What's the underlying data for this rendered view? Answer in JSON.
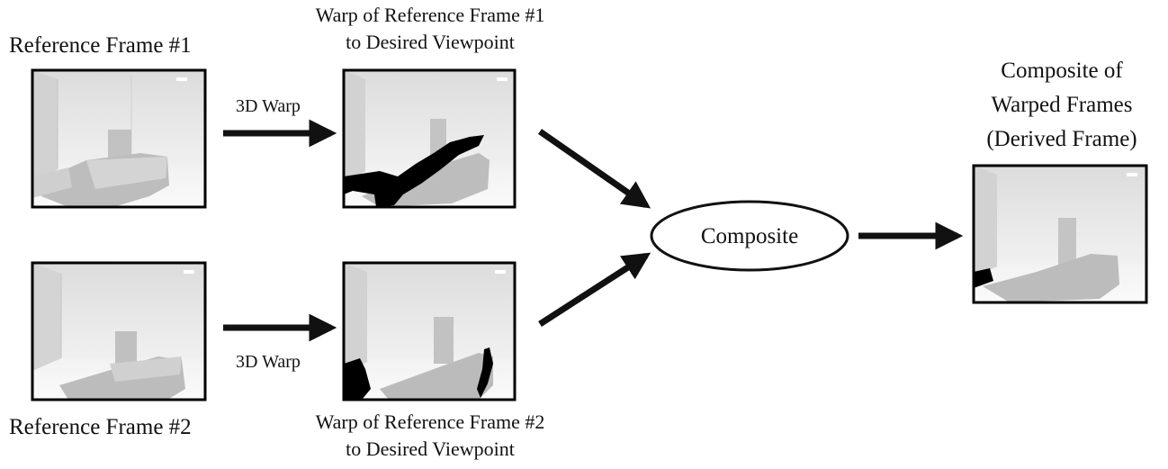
{
  "labels": {
    "ref1": "Reference Frame #1",
    "ref2": "Reference Frame #2",
    "warp1_line1": "Warp of Reference Frame #1",
    "warp1_line2": "to Desired Viewpoint",
    "warp2_line1": "Warp of Reference Frame #2",
    "warp2_line2": "to Desired Viewpoint",
    "arrow1": "3D Warp",
    "arrow2": "3D Warp",
    "composite": "Composite",
    "result_line1": "Composite of",
    "result_line2": "Warped Frames",
    "result_line3": "(Derived Frame)"
  },
  "colors": {
    "ink": "#111111",
    "hole": "#000000",
    "wall": "#e6e6e6"
  }
}
